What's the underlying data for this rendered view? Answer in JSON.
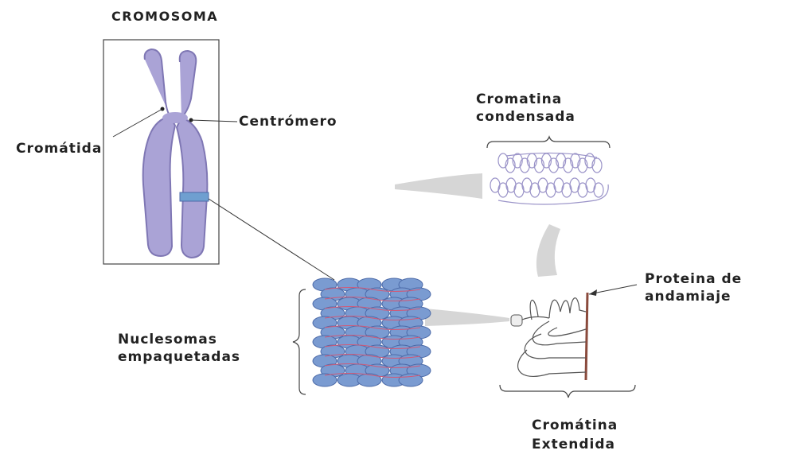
{
  "labels": {
    "title": "CROMOSOMA",
    "centromero": "Centrómero",
    "cromatida": "Cromátida",
    "cromatina_condensada_1": "Cromatina",
    "cromatina_condensada_2": "condensada",
    "proteina_1": "Proteina de",
    "proteina_2": "andamiaje",
    "nucleosomas_1": "Nuclesomas",
    "nucleosomas_2": "empaquetadas",
    "cromatina_extendida_1": "Cromátina",
    "cromatina_extendida_2": "Extendida"
  },
  "colors": {
    "chromosome_fill": "#aaa3d6",
    "chromosome_edge": "#7f77b4",
    "band": "#6f9fd0",
    "nucleosome_fill": "#7a9bd1",
    "nucleosome_edge": "#4c6aa8",
    "linker_dna": "#d05a78",
    "arrow_gray": "#cfcfcf",
    "scaffold": "#8a4a3c",
    "line": "#333333",
    "text": "#222222"
  }
}
